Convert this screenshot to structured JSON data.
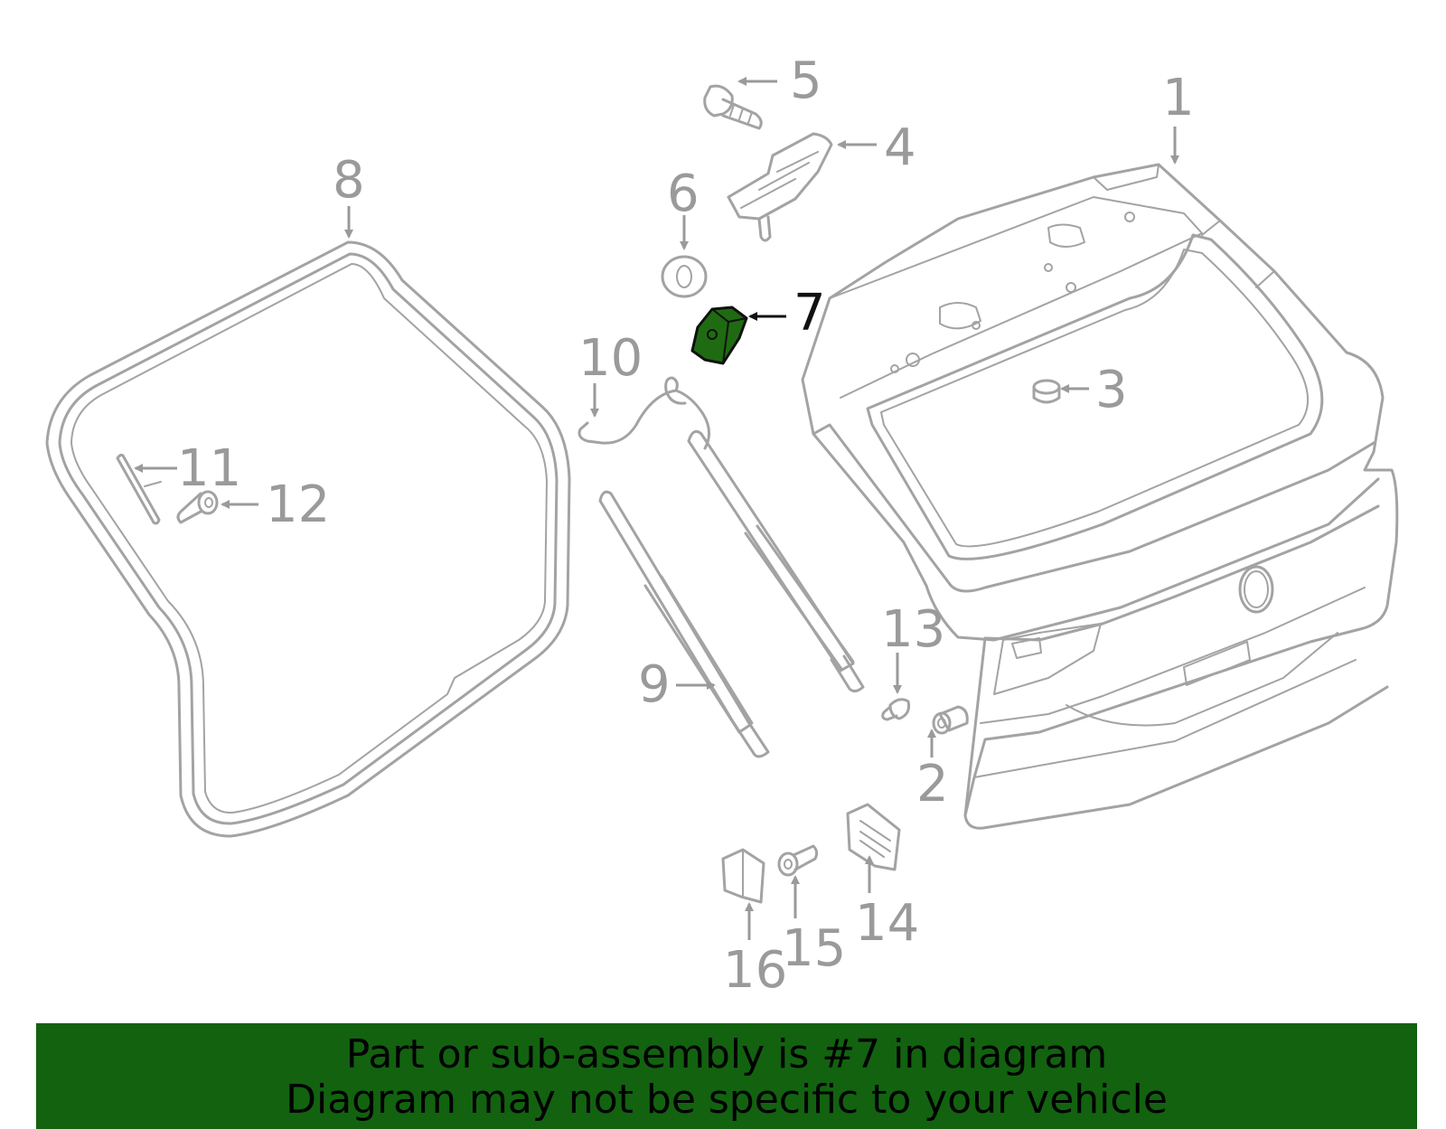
{
  "diagram": {
    "highlight_color": "#1f6b12",
    "part_color": "#a3a3a3",
    "callouts": {
      "c1": "1",
      "c2": "2",
      "c3": "3",
      "c4": "4",
      "c5": "5",
      "c6": "6",
      "c7": "7",
      "c8": "8",
      "c9": "9",
      "c10": "10",
      "c11": "11",
      "c12": "12",
      "c13": "13",
      "c14": "14",
      "c15": "15",
      "c16": "16"
    }
  },
  "banner": {
    "background": "#126210",
    "line1": "Part or sub-assembly is #7 in diagram",
    "line2": "Diagram may not be specific to your vehicle"
  }
}
